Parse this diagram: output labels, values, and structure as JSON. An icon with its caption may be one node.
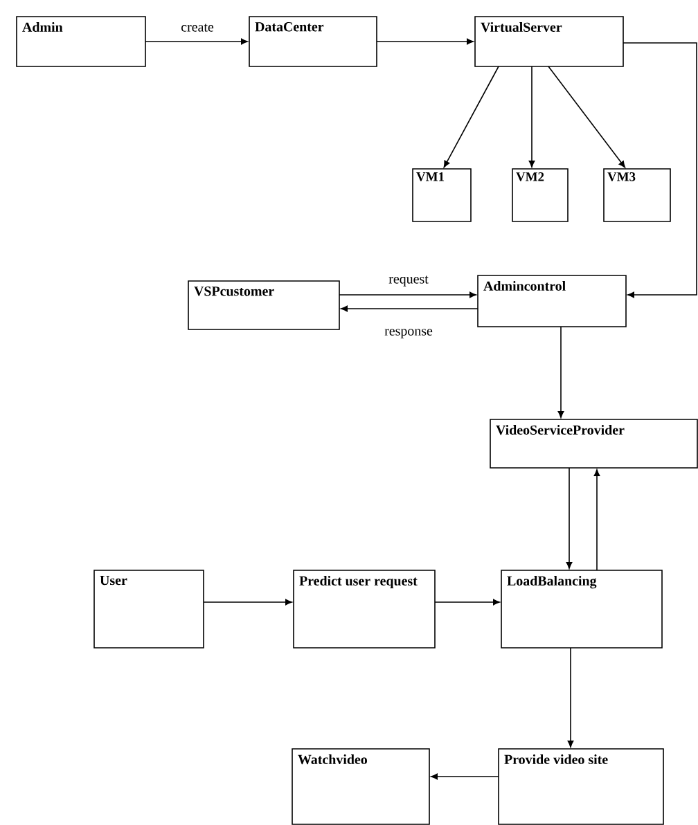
{
  "diagram": {
    "nodes": [
      {
        "text": [
          "Admin"
        ]
      },
      {
        "text": [
          "DataCenter"
        ]
      },
      {
        "text": [
          "VirtualServer"
        ]
      },
      {
        "text": [
          "VM1"
        ]
      },
      {
        "text": [
          "VM2"
        ]
      },
      {
        "text": [
          "VM3"
        ]
      },
      {
        "text": [
          "VSPcustomer"
        ]
      },
      {
        "text": [
          "Admincontrol"
        ]
      },
      {
        "text": [
          "VideoServiceProvider"
        ]
      },
      {
        "text": [
          "User"
        ]
      },
      {
        "text": [
          "Predict user request"
        ]
      },
      {
        "text": [
          "LoadBalancing"
        ]
      },
      {
        "text": [
          "Watchvideo"
        ]
      },
      {
        "text": [
          "Provide video site"
        ]
      }
    ],
    "edges": [
      {
        "from": 0,
        "to": 1,
        "arrow": "to",
        "label": "create"
      },
      {
        "from": 1,
        "to": 2,
        "arrow": "to"
      },
      {
        "from": 2,
        "to": 3,
        "arrow": "to"
      },
      {
        "from": 2,
        "to": 4,
        "arrow": "to"
      },
      {
        "from": 2,
        "to": 5,
        "arrow": "to"
      },
      {
        "from": 2,
        "to": 7,
        "arrow": "to"
      },
      {
        "from": 6,
        "to": 7,
        "arrow": "to",
        "label": "request"
      },
      {
        "from": 7,
        "to": 6,
        "arrow": "to",
        "label": "response"
      },
      {
        "from": 7,
        "to": 8,
        "arrow": "to"
      },
      {
        "from": 8,
        "to": 11,
        "arrow": "to"
      },
      {
        "from": 11,
        "to": 8,
        "arrow": "to"
      },
      {
        "from": 9,
        "to": 10,
        "arrow": "to"
      },
      {
        "from": 10,
        "to": 11,
        "arrow": "to"
      },
      {
        "from": 11,
        "to": 13,
        "arrow": "to"
      },
      {
        "from": 13,
        "to": 12,
        "arrow": "to"
      }
    ]
  }
}
